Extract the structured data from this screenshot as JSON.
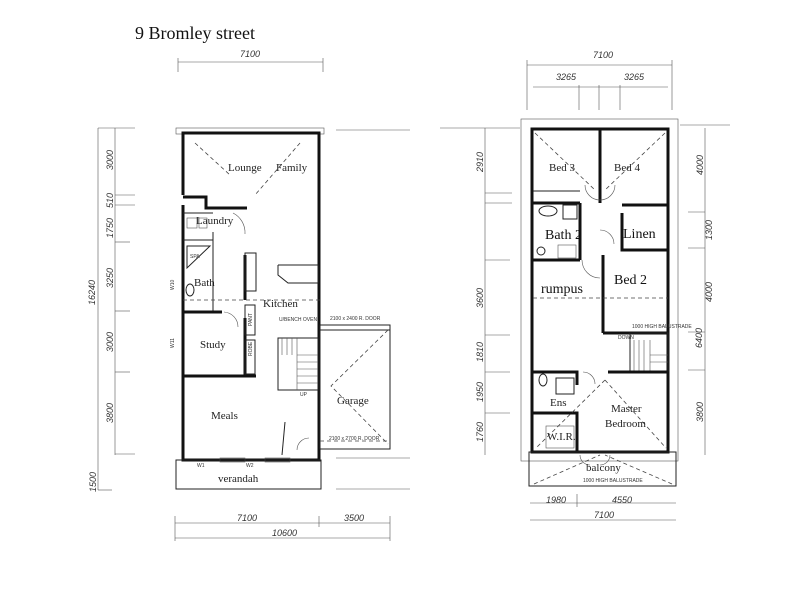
{
  "title": "9 Bromley street",
  "ground_floor": {
    "rooms": {
      "lounge": "Lounge",
      "family": "Family",
      "laundry": "Laundry",
      "bath": "Bath",
      "kitchen": "Kitchen",
      "study": "Study",
      "meals": "Meals",
      "garage": "Garage",
      "verandah": "verandah"
    },
    "notes": {
      "spa": "SPA",
      "ubench": "U/BENCH OVEN",
      "door_top": "2100 x 2400 R. DOOR",
      "door_bottom": "2100 x 2700 R. DOOR",
      "up": "UP",
      "w1": "W1",
      "w2": "W2",
      "w10": "W10",
      "w11": "W11",
      "robe": "ROBE",
      "pant": "PANT"
    },
    "dims": {
      "top": "7100",
      "left": [
        "3000",
        "510",
        "1750",
        "3250",
        "3000",
        "3800",
        "1500"
      ],
      "left_total": "16240",
      "bottom_a": "7100",
      "bottom_b": "3500",
      "bottom_total": "10600"
    }
  },
  "upper_floor": {
    "rooms": {
      "bed3": "Bed 3",
      "bed4": "Bed 4",
      "bath2": "Bath 2",
      "linen": "Linen",
      "bed2": "Bed 2",
      "rumpus": "rumpus",
      "ens": "Ens",
      "wir": "W.I.R.",
      "master": "Master",
      "master2": "Bedroom",
      "balcony": "balcony"
    },
    "notes": {
      "balustrade": "1000 HIGH BALUSTRADE",
      "balustrade_top": "1000 HIGH BALUSTRADE",
      "down": "DOWN"
    },
    "dims": {
      "top_total": "7100",
      "top_a": "3265",
      "top_b": "3265",
      "left": [
        "2910",
        "3600",
        "1810",
        "1950",
        "1760"
      ],
      "right": [
        "4000",
        "1300",
        "4000",
        "6400",
        "3800"
      ],
      "bottom_a": "1980",
      "bottom_b": "4550",
      "bottom_total": "7100"
    }
  }
}
